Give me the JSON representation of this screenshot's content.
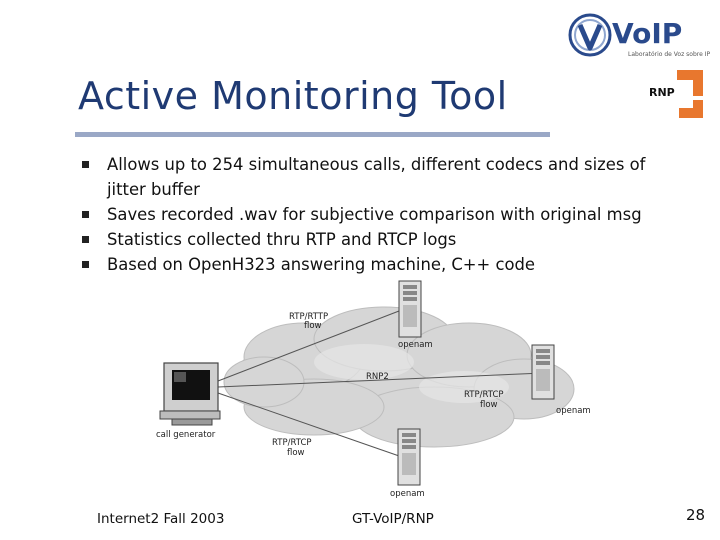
{
  "title": "Active Monitoring Tool",
  "logos": {
    "voip_main": "VoIP",
    "voip_sub": "Laboratório de Voz sobre IP",
    "rnp": "RNP"
  },
  "bullets": [
    {
      "line1": "Allows up to 254 simultaneous calls, different codecs and sizes of",
      "line2": "jitter buffer"
    },
    {
      "line1": "Saves recorded .wav for subjective comparison with original msg",
      "line2": ""
    },
    {
      "line1": "Statistics collected thru RTP and RTCP logs",
      "line2": ""
    },
    {
      "line1": "Based on OpenH323 answering machine, C++ code",
      "line2": ""
    }
  ],
  "diagram": {
    "cloud_label": "RNP2",
    "call_generator_label": "call generator",
    "servers": [
      "openam",
      "openam",
      "openam"
    ],
    "flows": [
      {
        "line1": "RTP/RTTP",
        "line2": "flow"
      },
      {
        "line1": "RTP/RTCP",
        "line2": "flow"
      },
      {
        "line1": "RTP/RTCP",
        "line2": "flow"
      }
    ]
  },
  "footer": {
    "left": "Internet2 Fall 2003",
    "center": "GT-VoIP/RNP",
    "page": "28"
  },
  "colors": {
    "title": "#1f3a73",
    "rule": "#9aa8c6",
    "rnp_orange": "#e8772e",
    "voip_blue": "#2a4a8c"
  }
}
